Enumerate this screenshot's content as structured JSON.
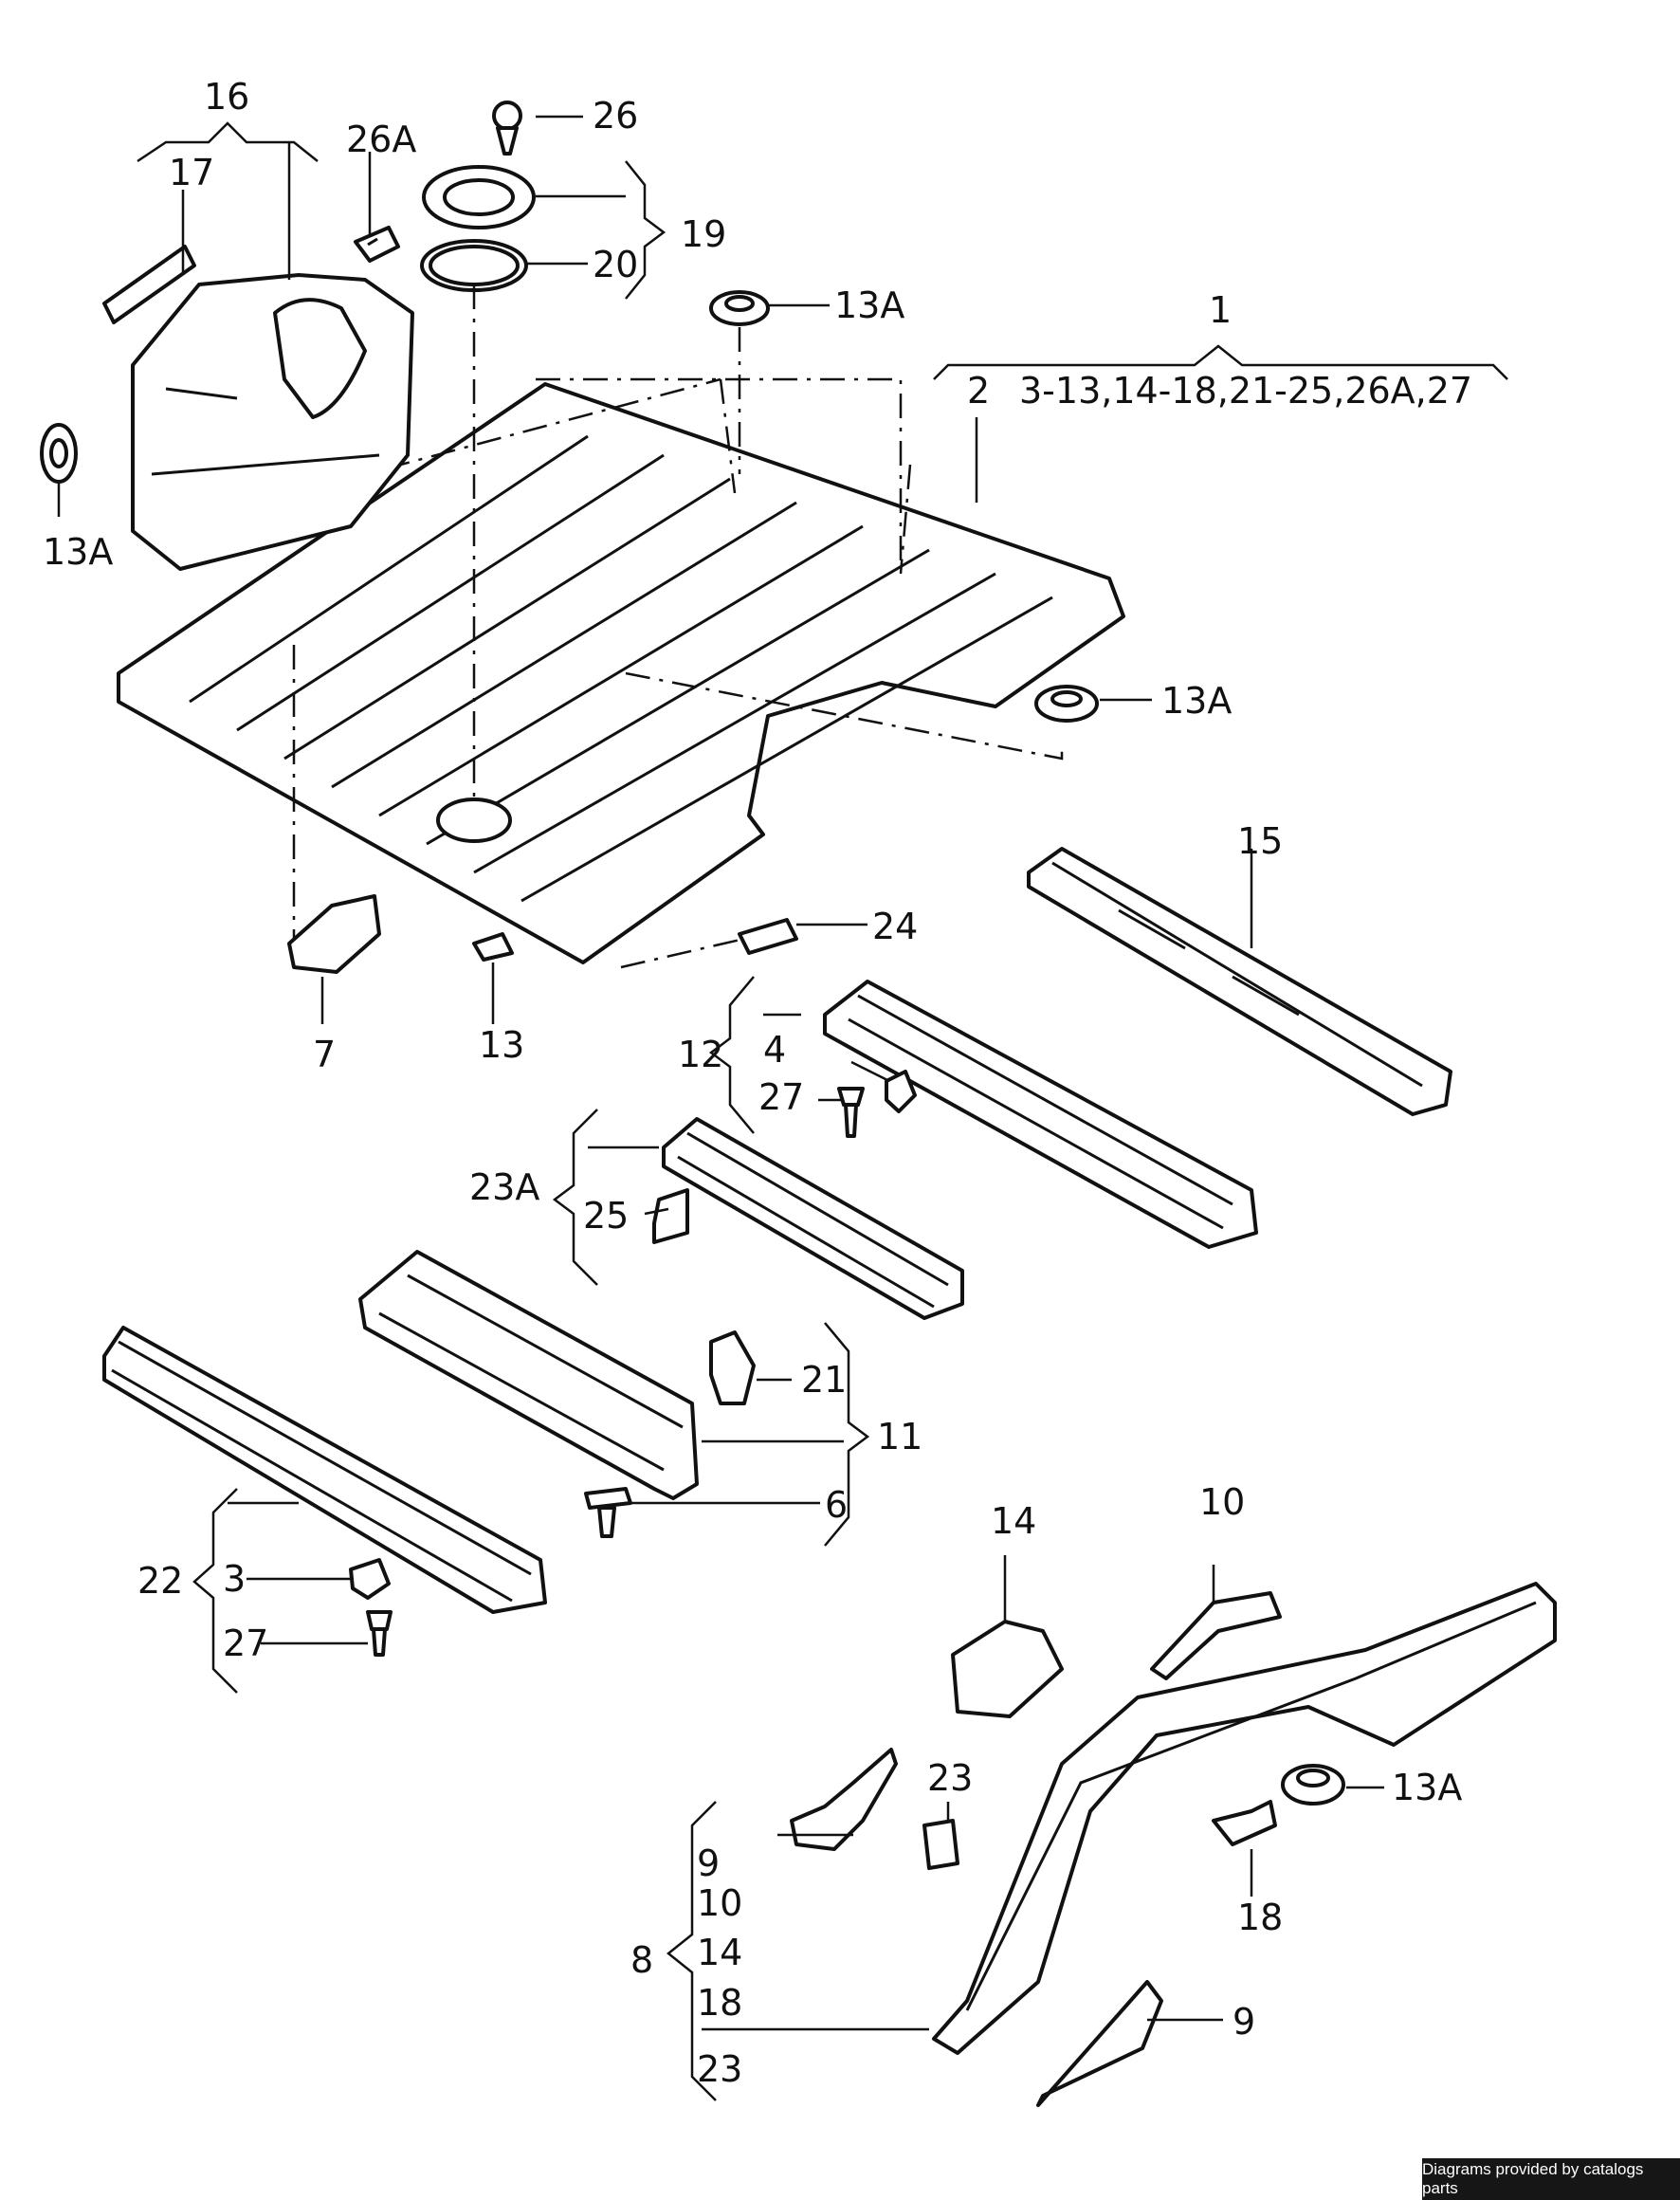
{
  "labels": {
    "l1": "1",
    "l2": "2",
    "l3": "3",
    "l4": "4",
    "l6": "6",
    "l7": "7",
    "l8": "8",
    "l9a": "9",
    "l9b": "9",
    "l10a": "10",
    "l10b": "10",
    "l11": "11",
    "l12": "12",
    "l13": "13",
    "l13a1": "13A",
    "l13a2": "13A",
    "l13a3": "13A",
    "l13a4": "13A",
    "l14a": "14",
    "l14b": "14",
    "l15": "15",
    "l16": "16",
    "l17": "17",
    "l18a": "18",
    "l18b": "18",
    "l19": "19",
    "l20": "20",
    "l21": "21",
    "l22": "22",
    "l23a": "23",
    "l23b": "23",
    "l23A": "23A",
    "l24": "24",
    "l25": "25",
    "l26": "26",
    "l26A": "26A",
    "l27a": "27",
    "l27b": "27",
    "range": "3-13,14-18,21-25,26A,27"
  },
  "footer": "Diagrams provided by catalogs parts"
}
